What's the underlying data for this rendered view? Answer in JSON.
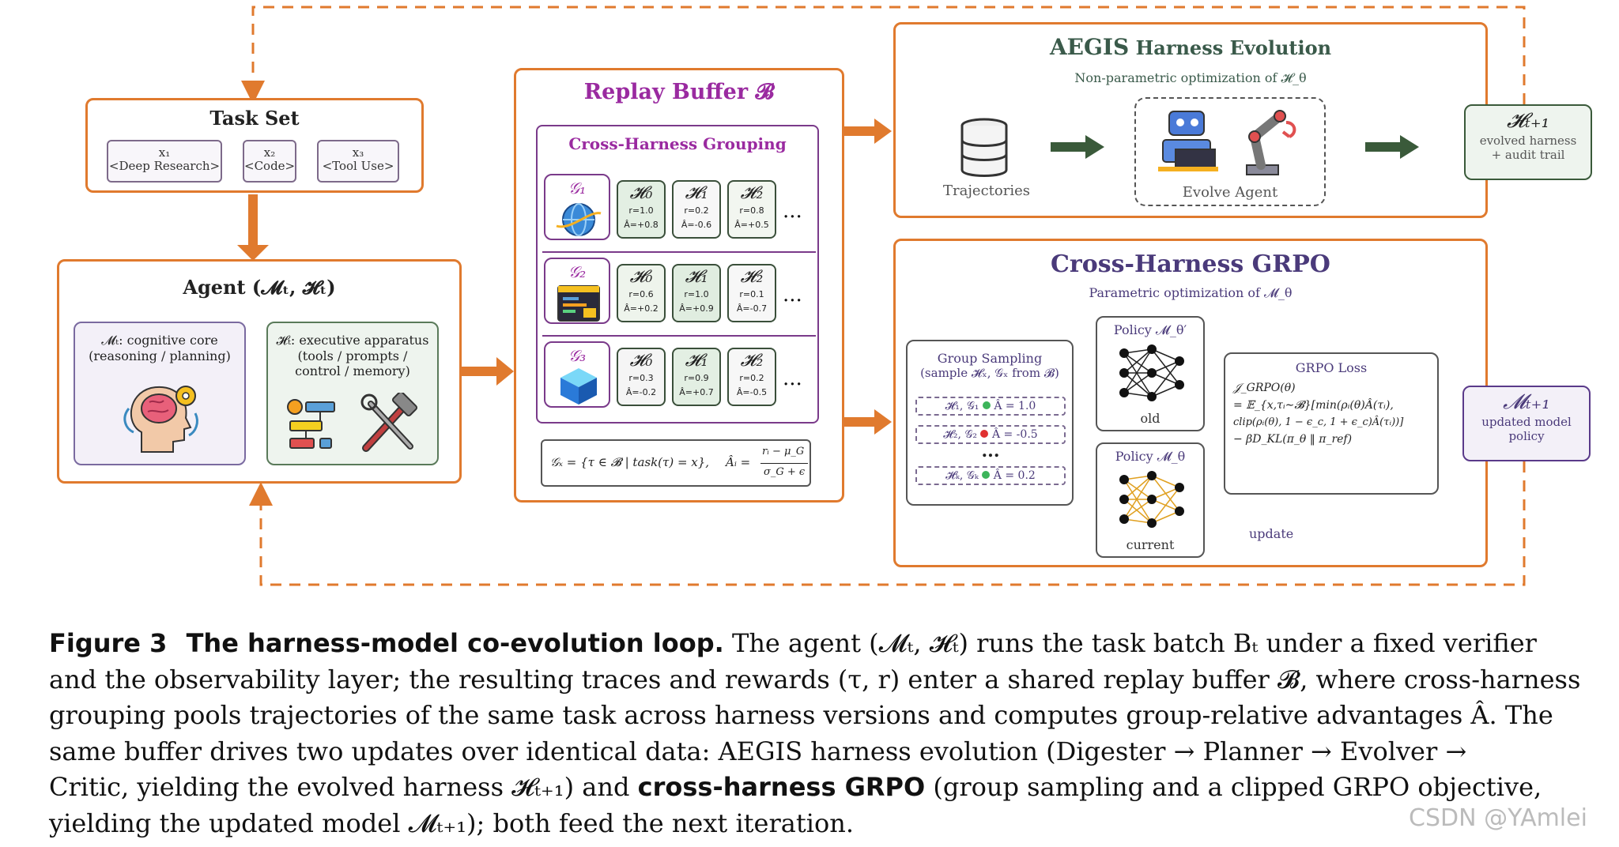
{
  "task_set": {
    "title": "Task Set",
    "items": [
      {
        "sub": "x₁",
        "name": "<Deep Research>"
      },
      {
        "sub": "x₂",
        "name": "<Code>"
      },
      {
        "sub": "x₃",
        "name": "<Tool Use>"
      }
    ]
  },
  "agent": {
    "title": "Agent (𝓜ₜ, 𝓗ₜ)",
    "model_label": "𝓜ₜ: cognitive core",
    "model_sub": "(reasoning / planning)",
    "harness_label": "𝓗ₜ: executive apparatus",
    "harness_sub1": "(tools / prompts /",
    "harness_sub2": "control / memory)"
  },
  "replay": {
    "title": "Replay Buffer 𝓑",
    "grouping_title": "Cross-Harness Grouping",
    "groups": [
      {
        "label": "𝒢₁",
        "cells": [
          {
            "h": "𝓗₀",
            "r": "r=1.0",
            "a": "Â=+0.8"
          },
          {
            "h": "𝓗₁",
            "r": "r=0.2",
            "a": "Â=-0.6"
          },
          {
            "h": "𝓗₂",
            "r": "r=0.8",
            "a": "Â=+0.5"
          }
        ]
      },
      {
        "label": "𝒢₂",
        "cells": [
          {
            "h": "𝓗₀",
            "r": "r=0.6",
            "a": "Â=+0.2"
          },
          {
            "h": "𝓗₁",
            "r": "r=1.0",
            "a": "Â=+0.9"
          },
          {
            "h": "𝓗₂",
            "r": "r=0.1",
            "a": "Â=-0.7"
          }
        ]
      },
      {
        "label": "𝒢₃",
        "cells": [
          {
            "h": "𝓗₀",
            "r": "r=0.3",
            "a": "Â=-0.2"
          },
          {
            "h": "𝓗₁",
            "r": "r=0.9",
            "a": "Â=+0.7"
          },
          {
            "h": "𝓗₂",
            "r": "r=0.2",
            "a": "Â=-0.5"
          }
        ]
      }
    ],
    "ellipsis": "...",
    "formula_group": "𝒢ₓ = {τ ∈ 𝓑 | task(τ) = x},",
    "formula_adv_lhs": "Âᵢ =",
    "formula_adv_num": "rᵢ − μ_G",
    "formula_adv_den": "σ_G + ϵ"
  },
  "aegis": {
    "title_a": "AEGIS",
    "title_b": " Harness Evolution",
    "subtitle": "Non-parametric optimization of 𝓗_θ",
    "trajectories": "Trajectories",
    "evolve_agent": "Evolve Agent"
  },
  "evolved": {
    "title": "𝓗ₜ₊₁",
    "line1": "evolved harness",
    "line2": "+ audit trail"
  },
  "grpo": {
    "title": "Cross-Harness GRPO",
    "subtitle": "Parametric optimization of 𝓜_θ",
    "sampling_title": "Group Sampling",
    "sampling_sub": "(sample 𝓗ₓ, 𝒢ₓ from 𝓑)",
    "rows": [
      {
        "pair": "𝓗₁, 𝒢₁",
        "adv": "Â = 1.0",
        "color": "#3cb45a"
      },
      {
        "pair": "𝓗₂, 𝒢₂",
        "adv": "Â = -0.5",
        "color": "#e03030"
      },
      {
        "pair": "𝓗ₖ, 𝒢ₖ",
        "adv": "Â = 0.2",
        "color": "#3cb45a"
      }
    ],
    "dots": "...",
    "policy_old_title": "Policy 𝓜_θ′",
    "policy_old_label": "old",
    "policy_cur_title": "Policy 𝓜_θ",
    "policy_cur_label": "current",
    "loss_title": "GRPO Loss",
    "loss_l1": "𝒥_GRPO(θ)",
    "loss_l2": "= 𝔼_{x,τᵢ∼𝓑}[min(ρᵢ(θ)Â(τᵢ),",
    "loss_l3": "clip(ρᵢ(θ), 1 − ϵ_c, 1 + ϵ_c)Â(τᵢ))]",
    "loss_l4": "− βD_KL(π_θ ‖ π_ref)",
    "update": "update"
  },
  "updated": {
    "title": "𝓜ₜ₊₁",
    "line1": "updated model",
    "line2": "policy"
  },
  "caption": {
    "fig": "Figure 3",
    "title": "The harness-model co-evolution loop.",
    "l1": "The agent (𝓜ₜ, 𝓗ₜ) runs the task batch Bₜ under a fixed verifier",
    "l2": "and the observability layer; the resulting traces and rewards (τ, r) enter a shared replay buffer 𝓑, where cross-harness",
    "l3": "grouping pools trajectories of the same task across harness versions and computes group-relative advantages Â. The",
    "l4": "same buffer drives two updates over identical data: AEGIS harness evolution (Digester → Planner → Evolver →",
    "l5a": "Critic, yielding the evolved harness 𝓗ₜ₊₁) and",
    "l5b": "cross-harness GRPO",
    "l5c": "(group sampling and a clipped GRPO objective,",
    "l6": "yielding the updated model 𝓜ₜ₊₁); both feed the next iteration."
  },
  "watermark": "CSDN @YAmlei",
  "colors": {
    "orange": "#e07a2e",
    "purple": "#5a3a8a",
    "magenta": "#9a2aa0",
    "green": "#3a5a3a"
  }
}
